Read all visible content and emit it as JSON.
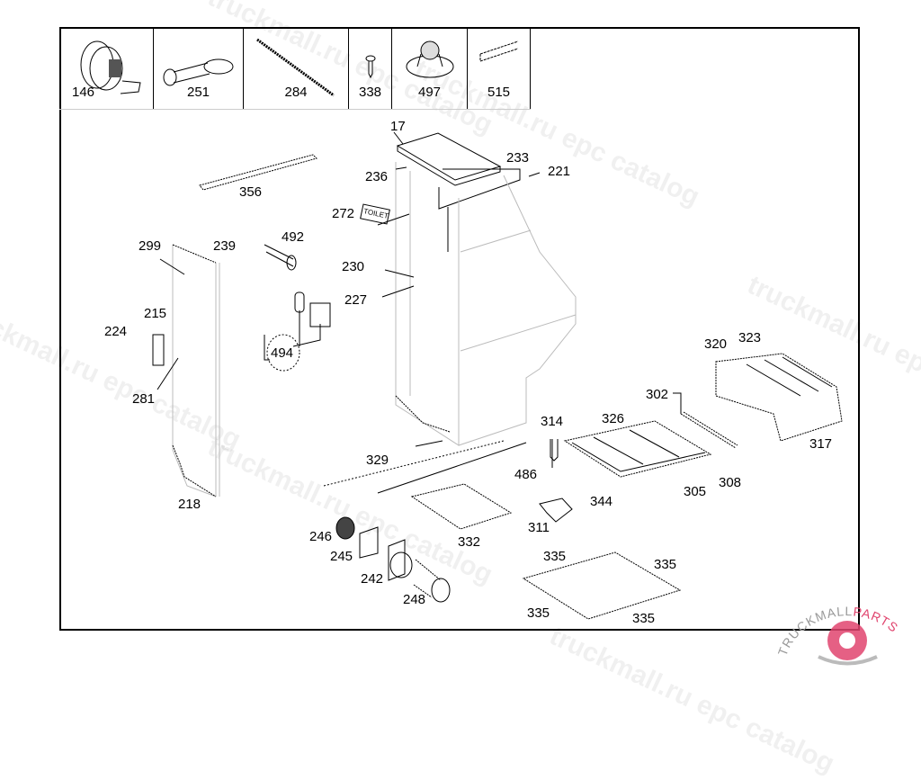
{
  "thumbnails": [
    {
      "part": "146",
      "icon": "blower-fan-icon"
    },
    {
      "part": "251",
      "icon": "key-icon"
    },
    {
      "part": "284",
      "icon": "strip-seal-icon"
    },
    {
      "part": "338",
      "icon": "screw-icon"
    },
    {
      "part": "497",
      "icon": "knob-cap-icon"
    },
    {
      "part": "515",
      "icon": "rail-profile-icon"
    }
  ],
  "callouts": [
    {
      "id": "17",
      "label": "17"
    },
    {
      "id": "236",
      "label": "236"
    },
    {
      "id": "233",
      "label": "233"
    },
    {
      "id": "221",
      "label": "221"
    },
    {
      "id": "356",
      "label": "356"
    },
    {
      "id": "272",
      "label": "272"
    },
    {
      "id": "toilet-sign",
      "label": "TOILET"
    },
    {
      "id": "492",
      "label": "492"
    },
    {
      "id": "299",
      "label": "299"
    },
    {
      "id": "239",
      "label": "239"
    },
    {
      "id": "230",
      "label": "230"
    },
    {
      "id": "227",
      "label": "227"
    },
    {
      "id": "215",
      "label": "215"
    },
    {
      "id": "224",
      "label": "224"
    },
    {
      "id": "494",
      "label": "494"
    },
    {
      "id": "281",
      "label": "281"
    },
    {
      "id": "320",
      "label": "320"
    },
    {
      "id": "323",
      "label": "323"
    },
    {
      "id": "302",
      "label": "302"
    },
    {
      "id": "314",
      "label": "314"
    },
    {
      "id": "326",
      "label": "326"
    },
    {
      "id": "317",
      "label": "317"
    },
    {
      "id": "329",
      "label": "329"
    },
    {
      "id": "486",
      "label": "486"
    },
    {
      "id": "305",
      "label": "305"
    },
    {
      "id": "308",
      "label": "308"
    },
    {
      "id": "344",
      "label": "344"
    },
    {
      "id": "218",
      "label": "218"
    },
    {
      "id": "311",
      "label": "311"
    },
    {
      "id": "246",
      "label": "246"
    },
    {
      "id": "332",
      "label": "332"
    },
    {
      "id": "245",
      "label": "245"
    },
    {
      "id": "242",
      "label": "242"
    },
    {
      "id": "248",
      "label": "248"
    },
    {
      "id": "335a",
      "label": "335"
    },
    {
      "id": "335b",
      "label": "335"
    },
    {
      "id": "335c",
      "label": "335"
    },
    {
      "id": "335d",
      "label": "335"
    }
  ],
  "watermarks": [
    "truckmall.ru epc catalog",
    "truckmall.ru epc catalog",
    "truckmall.ru epc catalog",
    "truckmall.ru epc catalog",
    "truckmall.ru epc catalog"
  ],
  "logo": {
    "text": "TRUCKMALLPARTS",
    "text_a": "TRUCKMALL",
    "text_b": "PARTS",
    "color": "#e0446e"
  }
}
